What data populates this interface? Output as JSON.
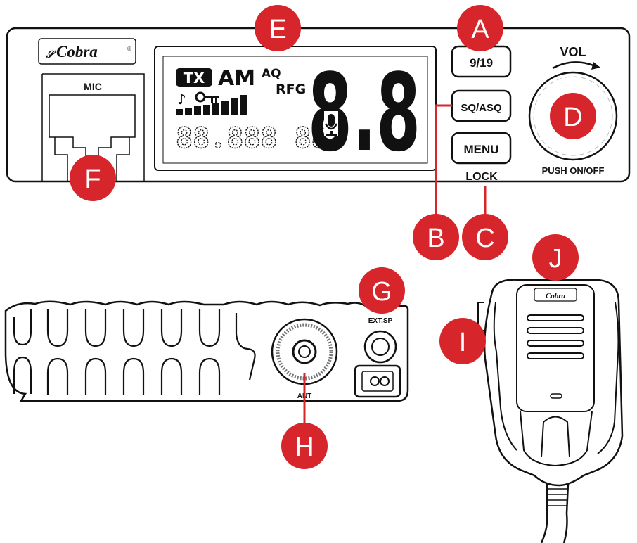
{
  "brand": "Cobra",
  "radio": {
    "mic_label": "MIC",
    "vol_label": "VOL",
    "power_label": "PUSH ON/OFF",
    "lock_label": "LOCK",
    "buttons": {
      "ch919": "9/19",
      "sq_asq": "SQ/ASQ",
      "menu": "MENU"
    },
    "lcd": {
      "tx": "TX",
      "mode": "AM",
      "aq": "AQ",
      "rfg": "RFG",
      "channel": "8.8",
      "segments": "88.888 88"
    }
  },
  "rear": {
    "ext_sp_label": "EXT.SP",
    "ant_label": "ANT"
  },
  "callouts": {
    "A": "A",
    "B": "B",
    "C": "C",
    "D": "D",
    "E": "E",
    "F": "F",
    "G": "G",
    "H": "H",
    "I": "I",
    "J": "J"
  },
  "colors": {
    "callout": "#d7262b",
    "outline": "#111111"
  }
}
